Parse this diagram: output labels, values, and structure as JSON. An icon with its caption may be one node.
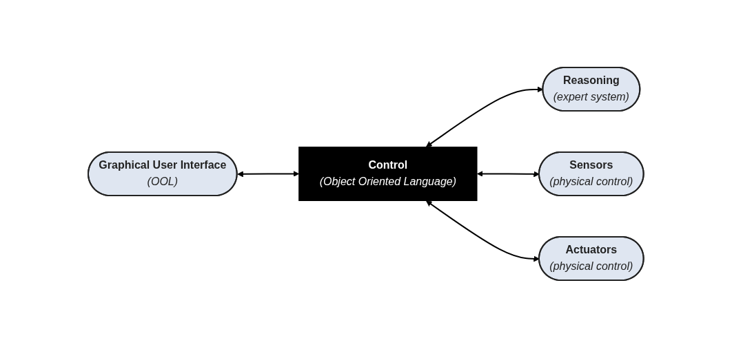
{
  "diagram": {
    "nodes": [
      {
        "text": [
          "Graphical User Interface",
          "(OOL)"
        ]
      },
      {
        "text": [
          "Control",
          "(Object Oriented Language)"
        ]
      },
      {
        "text": [
          "Reasoning",
          "(expert system)"
        ]
      },
      {
        "text": [
          "Sensors",
          "(physical control)"
        ]
      },
      {
        "text": [
          "Actuators",
          "(physical control)"
        ]
      }
    ],
    "edges": [
      {
        "from": 0,
        "to": 1,
        "arrow": "both"
      },
      {
        "from": 1,
        "to": 2,
        "arrow": "both"
      },
      {
        "from": 1,
        "to": 3,
        "arrow": "both"
      },
      {
        "from": 1,
        "to": 4,
        "arrow": "both"
      }
    ]
  }
}
